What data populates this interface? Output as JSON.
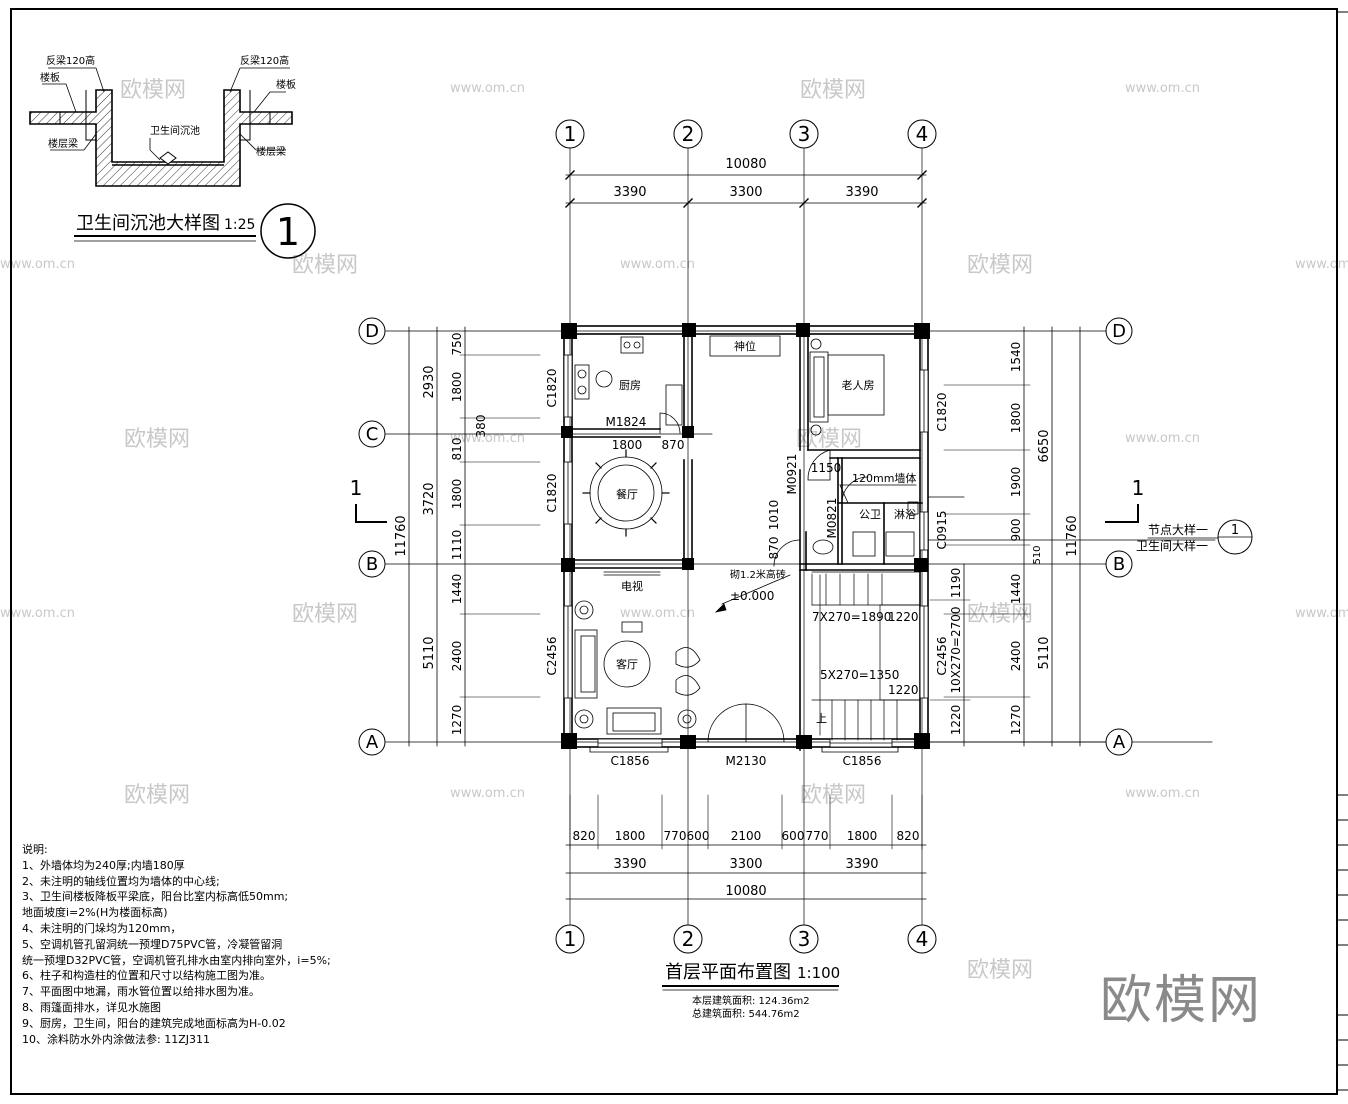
{
  "detail": {
    "title": "卫生间沉池大样图",
    "scale": "1:25",
    "number": "1",
    "labels": {
      "fanliang_left": "反梁120高",
      "fanliang_right": "反梁120高",
      "louban_left": "楼板",
      "louban_right": "楼板",
      "louceng_left": "楼层梁",
      "louceng_right": "楼层梁",
      "pit": "卫生间沉池"
    }
  },
  "plan": {
    "title": "首层平面布置图",
    "scale": "1:100",
    "area_1": "本层建筑面积: 124.36m2",
    "area_2": "总建筑面积: 544.76m2",
    "axes_num": [
      "1",
      "2",
      "3",
      "4"
    ],
    "axes_letter": [
      "D",
      "C",
      "B",
      "A"
    ],
    "top_dims": {
      "total": "10080",
      "segments": [
        "3390",
        "3300",
        "3390"
      ]
    },
    "bottom_dims": {
      "total": "10080",
      "segments": [
        "3390",
        "3300",
        "3390"
      ],
      "detail": [
        "820",
        "1800",
        "770",
        "600",
        "2100",
        "600",
        "770",
        "1800",
        "820"
      ]
    },
    "left_dims": {
      "total": "11760",
      "segments": [
        "2930",
        "3720",
        "5110"
      ],
      "detail": [
        "750",
        "1800",
        "380",
        "810",
        "1800",
        "1110",
        "1440",
        "2400",
        "1270"
      ]
    },
    "right_dims": {
      "total": "11760",
      "sub": "6650",
      "segments": [
        "1540",
        "1800",
        "1900",
        "900",
        "510",
        "1440",
        "2400",
        "1270"
      ],
      "second": "5110",
      "stair": [
        "1190",
        "10X270=2700",
        "1220"
      ]
    },
    "rooms": {
      "kitchen": "厨房",
      "dining": "餐厅",
      "living": "客厅",
      "elder": "老人房",
      "shrine": "神位",
      "toilet": "公卫",
      "shower": "淋浴",
      "tv": "电视"
    },
    "windows": {
      "c1820_a": "C1820",
      "c1820_b": "C1820",
      "c1820_c": "C1820",
      "c2456_a": "C2456",
      "c2456_b": "C2456",
      "c1856_a": "C1856",
      "c1856_b": "C1856",
      "c0915": "C0915"
    },
    "doors": {
      "m1824": "M1824",
      "m0921": "M0921",
      "m0821": "M0821",
      "m2130": "M2130"
    },
    "notes_inner": {
      "wall120": "120mm墙体",
      "brick": "砌1.2米高砖",
      "elevation": "±0.000",
      "stair1": "7X270=1890",
      "stair2": "5X270=1350",
      "s1220a": "1220",
      "s1220b": "1220",
      "up": "上",
      "d1800": "1800",
      "d870": "870",
      "d1150": "1150",
      "d1010": "1010",
      "d870b": "870"
    },
    "section": "1",
    "callouts": {
      "node": "节点大样一",
      "bath": "卫生间大样一",
      "circle": "1"
    }
  },
  "notes": {
    "title": "说明:",
    "items": [
      "1、外墙体均为240厚;内墙180厚",
      "2、未注明的轴线位置均为墙体的中心线;",
      "3、卫生间楼板降板平梁底，阳台比室内标高低50mm;",
      "   地面坡度i=2%(H为楼面标高)",
      "4、未注明的门垛均为120mm，",
      "5、空调机管孔留洞统一预埋D75PVC管，冷凝管留洞",
      "   统一预埋D32PVC管，空调机管孔排水由室内排向室外，i=5%;",
      "6、柱子和构造柱的位置和尺寸以结构施工图为准。",
      "7、平面图中地漏，雨水管位置以给排水图为准。",
      "8、雨篷面排水，详见水施图",
      "9、厨房，卫生间，阳台的建筑完成地面标高为H-0.02",
      "10、涂料防水外内涂做法参: 11ZJ311"
    ]
  },
  "watermark": {
    "brand": "欧模网",
    "url": "www.om.cn"
  }
}
